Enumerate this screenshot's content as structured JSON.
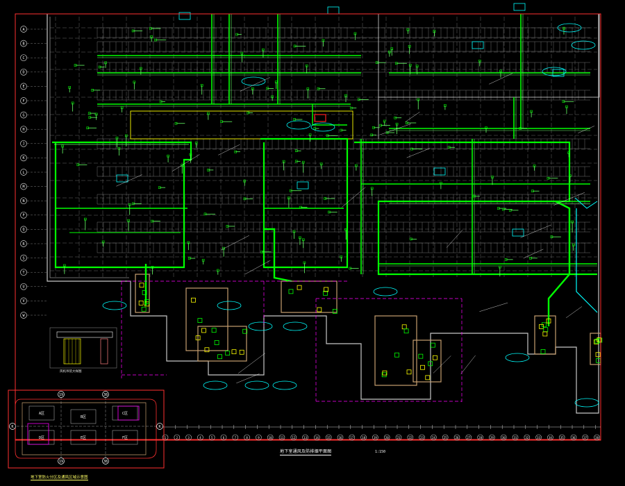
{
  "drawing": {
    "title": "地下室通风及防排烟平面图",
    "scale": "1:150",
    "key_plan_title": "地下室防火分区及通风区域示意图",
    "detail_title": "风机吊装大样图"
  },
  "grid_axes": {
    "row_labels": [
      "A",
      "B",
      "C",
      "D",
      "E",
      "F",
      "G",
      "H",
      "J",
      "K",
      "L",
      "M",
      "N",
      "P",
      "Q",
      "R",
      "S",
      "T",
      "U",
      "V",
      "W"
    ],
    "col_labels": [
      "1",
      "2",
      "3",
      "4",
      "5",
      "6",
      "7",
      "8",
      "9",
      "10",
      "11",
      "12",
      "13",
      "14",
      "15",
      "16",
      "17",
      "18",
      "19",
      "20",
      "21",
      "22",
      "23",
      "24",
      "25",
      "26",
      "27",
      "28",
      "29",
      "30",
      "31",
      "32",
      "33",
      "34",
      "35",
      "36",
      "37",
      "38"
    ]
  },
  "key_plan": {
    "axis_labels": [
      "19",
      "38",
      "K",
      "K",
      "19",
      "38"
    ],
    "zones": [
      "A区",
      "B区",
      "C区",
      "D区",
      "E区",
      "F区"
    ]
  },
  "colors": {
    "background": "#000000",
    "duct": "#00ff00",
    "duct_light": "#66ff66",
    "structure": "#c8c8c8",
    "grid": "#808080",
    "axis_red": "#ff3030",
    "magenta": "#ff00ff",
    "cyan": "#00ffff",
    "yellow": "#ffff00",
    "wall_brown": "#c8a070"
  }
}
